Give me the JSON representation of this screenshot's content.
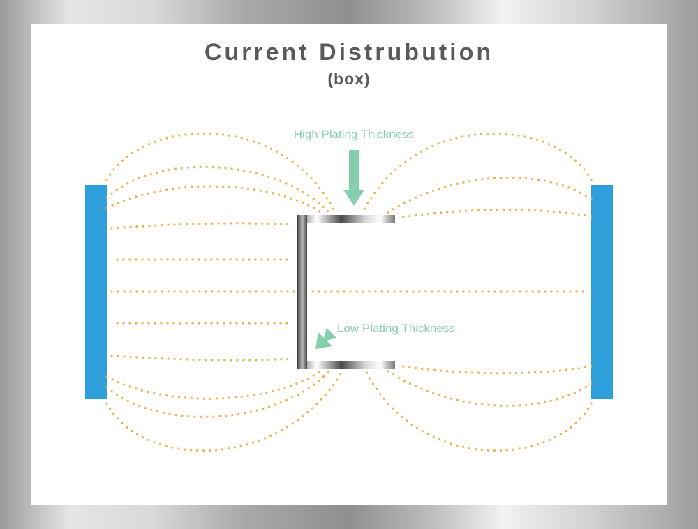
{
  "title": "Current Distrubution",
  "subtitle": "(box)",
  "annotations": {
    "high": "High Plating Thickness",
    "low": "Low Plating Thickness"
  },
  "colors": {
    "electrode": "#2e9fdb",
    "field_lines": "#e8b24c",
    "arrow": "#86cfae",
    "text": "#5a5a5a"
  }
}
